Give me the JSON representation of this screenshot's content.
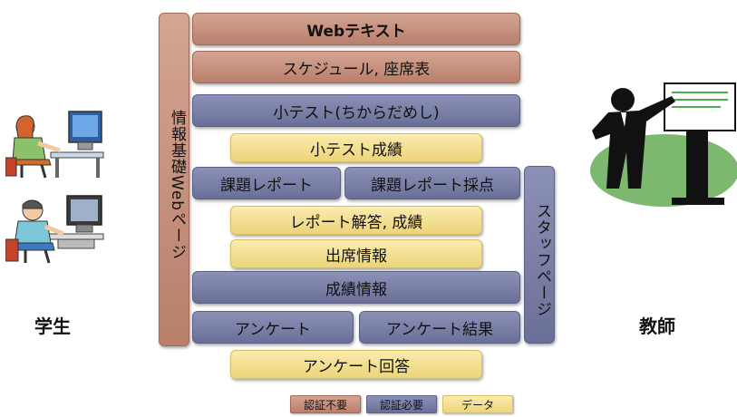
{
  "left_label": "学生",
  "right_label": "教師",
  "vertical": {
    "info_page": "情報基礎Webページ",
    "staff_page": "スタッフページ"
  },
  "boxes": {
    "web_text": "Webテキスト",
    "schedule": "スケジュール, 座席表",
    "quiz": "小テスト(ちからだめし)",
    "quiz_scores": "小テスト成績",
    "report": "課題レポート",
    "report_grading": "課題レポート採点",
    "report_answers": "レポート解答, 成績",
    "attendance": "出席情報",
    "grades": "成績情報",
    "survey": "アンケート",
    "survey_results": "アンケート結果",
    "survey_answers": "アンケート回答"
  },
  "legend": {
    "no_auth": "認証不要",
    "auth_required": "認証必要",
    "data": "データ"
  },
  "colors": {
    "brown": "#c48d79",
    "blue": "#7b80a8",
    "yellow": "#f3df92",
    "teacher_bg": "#7cb870"
  }
}
